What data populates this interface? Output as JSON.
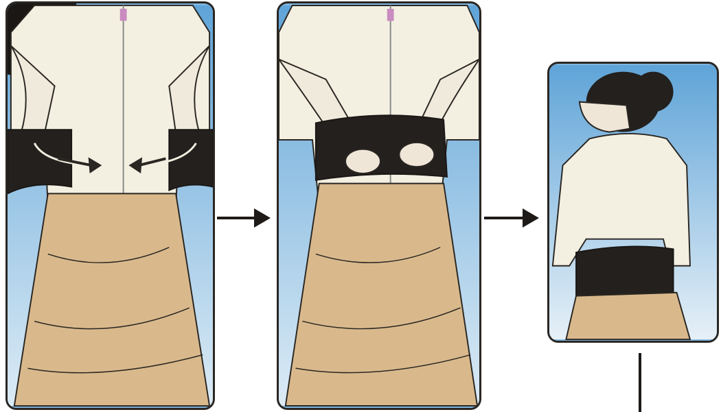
{
  "steps": [
    {
      "icon": "belt-wrap-illustration"
    },
    {
      "icon": "belt-fasten-illustration"
    },
    {
      "icon": "belt-worn-illustration"
    }
  ],
  "colors": {
    "sky": "#7fb6df",
    "shirt": "#f3f0e2",
    "skirt": "#d9b98c",
    "belt": "#23201e",
    "outline": "#2a2622"
  }
}
